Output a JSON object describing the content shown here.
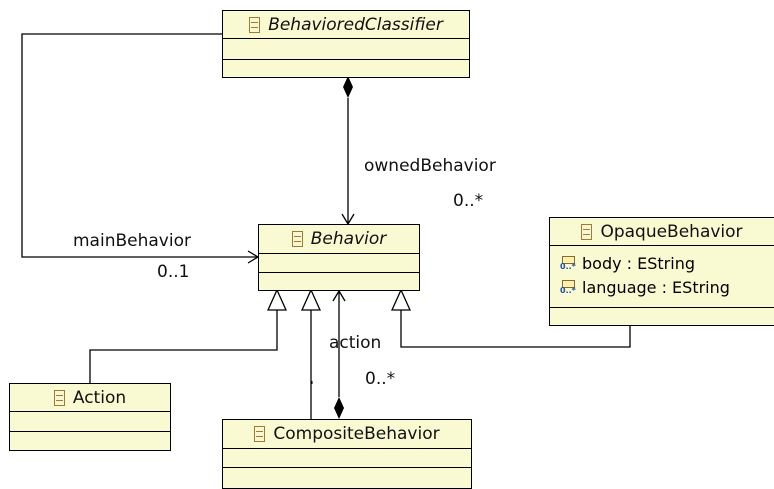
{
  "classes": {
    "behaviored_classifier": {
      "name": "BehavioredClassifier"
    },
    "behavior": {
      "name": "Behavior"
    },
    "opaque_behavior": {
      "name": "OpaqueBehavior",
      "attributes": [
        {
          "text": "body : EString",
          "multiplicity": "0..*"
        },
        {
          "text": "language : EString",
          "multiplicity": "0..*"
        }
      ]
    },
    "action": {
      "name": "Action"
    },
    "composite_behavior": {
      "name": "CompositeBehavior"
    }
  },
  "associations": {
    "owned_behavior": {
      "role": "ownedBehavior",
      "multiplicity": "0..*"
    },
    "main_behavior": {
      "role": "mainBehavior",
      "multiplicity": "0..1"
    },
    "action": {
      "role": "action",
      "multiplicity": "0..*"
    }
  },
  "colors": {
    "class_fill": "#fafad2",
    "line": "#000000"
  }
}
